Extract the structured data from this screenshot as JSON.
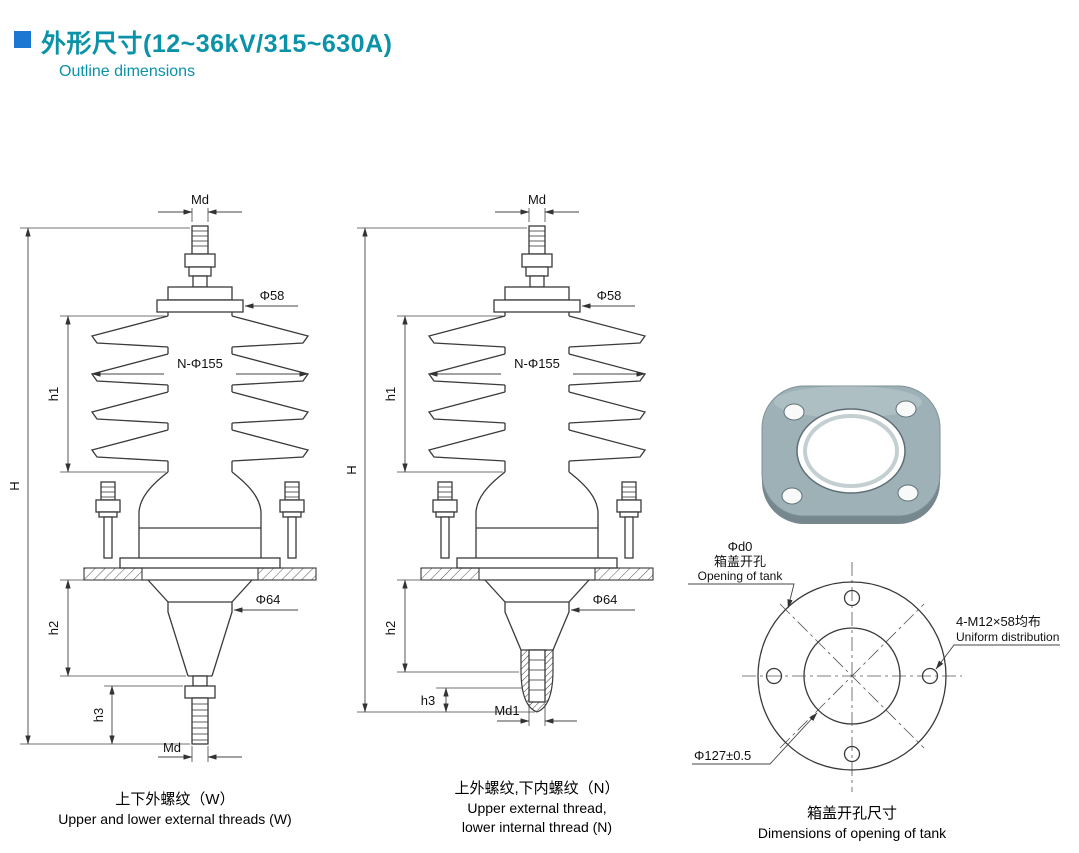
{
  "header": {
    "title": "外形尺寸(12~36kV/315~630A)",
    "subtitle": "Outline dimensions"
  },
  "colors": {
    "accent_teal": "#0a93a8",
    "bullet_blue": "#1c77d2",
    "line": "#3a3a3a"
  },
  "drawing_w": {
    "dim_md_top": "Md",
    "dim_phi58": "Φ58",
    "dim_n_phi155": "N-Φ155",
    "dim_h1": "h1",
    "dim_H": "H",
    "dim_phi64": "Φ64",
    "dim_h2": "h2",
    "dim_h3": "h3",
    "dim_md_bottom": "Md",
    "caption_zh": "上下外螺纹（W）",
    "caption_en": "Upper and lower external threads (W)"
  },
  "drawing_n": {
    "dim_md_top": "Md",
    "dim_phi58": "Φ58",
    "dim_n_phi155": "N-Φ155",
    "dim_h1": "h1",
    "dim_H": "H",
    "dim_phi64": "Φ64",
    "dim_h2": "h2",
    "dim_h3": "h3",
    "dim_md1": "Md1",
    "caption_zh": "上外螺纹,下内螺纹（N）",
    "caption_en_1": "Upper external thread,",
    "caption_en_2": "lower internal thread (N)"
  },
  "tank_opening": {
    "dim_phi_d0": "Φd0",
    "label_zh": "箱盖开孔",
    "label_en": "Opening of tank",
    "dim_bolts_zh": "4-M12×58均布",
    "dim_bolts_en": "Uniform distribution",
    "dim_phi127": "Φ127±0.5",
    "caption_zh": "箱盖开孔尺寸",
    "caption_en": "Dimensions of opening of tank"
  }
}
